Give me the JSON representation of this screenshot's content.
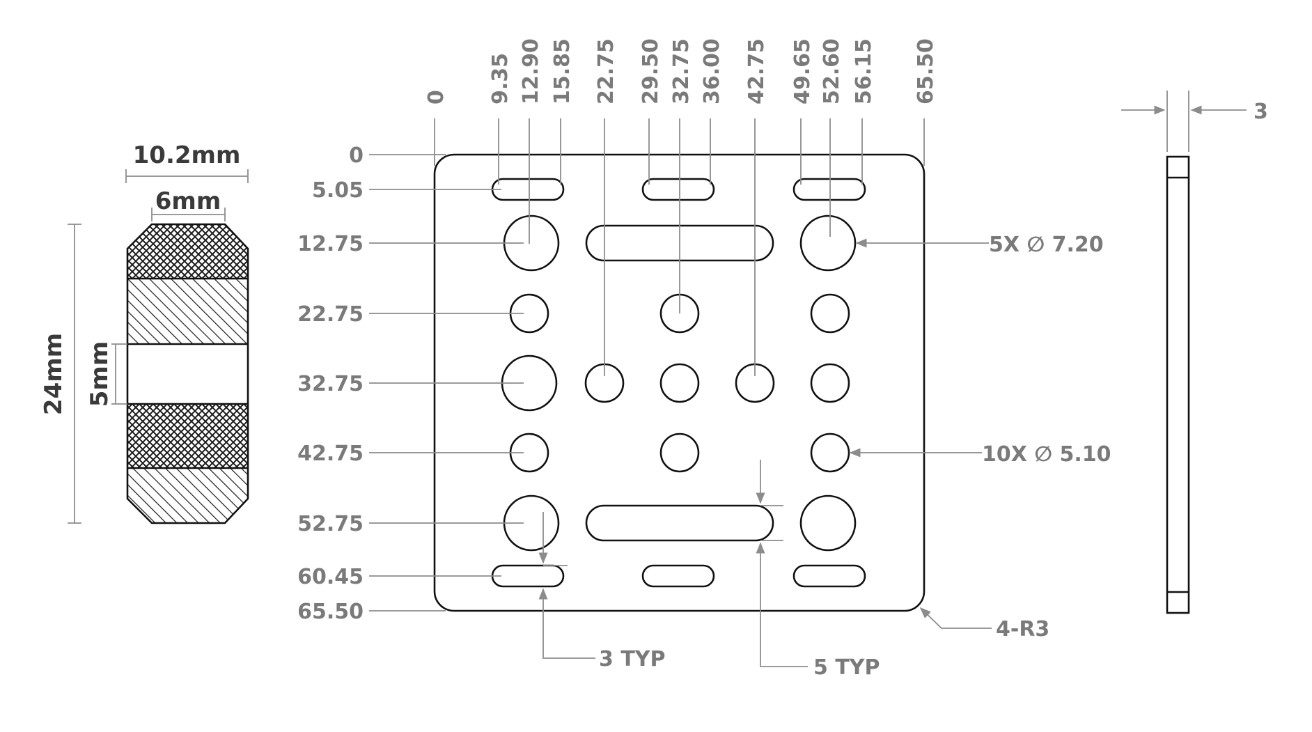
{
  "colors": {
    "outline": "#111111",
    "dimension_text": "#7a7a7a",
    "leader_line": "#8c8c8c",
    "wheel_text": "#3a3a3a",
    "background": "#ffffff"
  },
  "plate": {
    "x_dims": [
      "0",
      "9.35",
      "12.90",
      "15.85",
      "22.75",
      "29.50",
      "32.75",
      "36.00",
      "42.75",
      "49.65",
      "52.60",
      "56.15",
      "65.50"
    ],
    "y_dims": [
      "0",
      "5.05",
      "12.75",
      "22.75",
      "32.75",
      "42.75",
      "52.75",
      "60.45",
      "65.50"
    ],
    "callout_large_holes": "5X ∅ 7.20",
    "callout_small_holes": "10X ∅ 5.10",
    "callout_corner_radius": "4-R3",
    "callout_slot_width_small": "3 TYP",
    "callout_slot_width_large": "5 TYP"
  },
  "side_view": {
    "thickness": "3"
  },
  "wheel": {
    "outer_width": "10.2mm",
    "flat_width": "6mm",
    "height": "24mm",
    "bore": "5mm"
  }
}
